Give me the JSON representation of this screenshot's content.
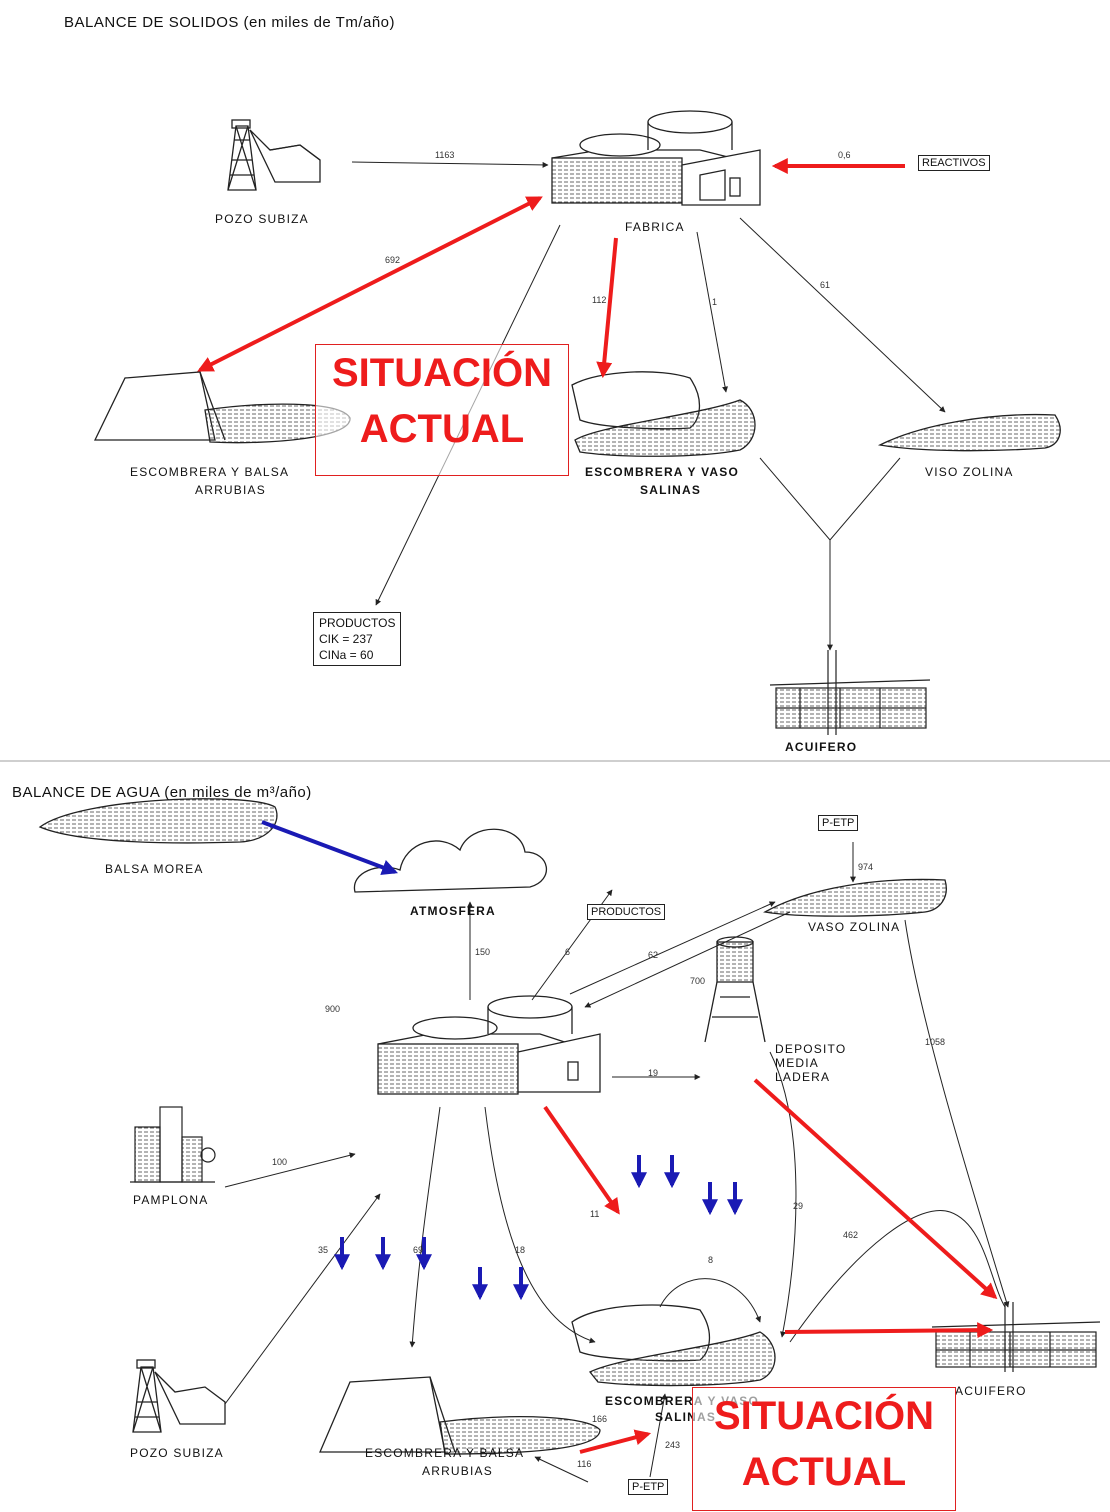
{
  "solids": {
    "title": "BALANCE DE SOLIDOS (en miles de Tm/año)",
    "nodes": {
      "pozo": "POZO SUBIZA",
      "fabrica": "FABRICA",
      "reactivos": "REACTIVOS",
      "arrubias_line1": "ESCOMBRERA Y BALSA",
      "arrubias_line2": "ARRUBIAS",
      "salinas_line1": "ESCOMBRERA Y VASO",
      "salinas_line2": "SALINAS",
      "zolina": "VISO ZOLINA",
      "acuifero": "ACUIFERO",
      "productos_title": "PRODUCTOS",
      "productos_clk": "CIK = 237",
      "productos_clna": "CINa = 60"
    },
    "flows": {
      "pozo_fabrica": "1163",
      "reactivos_fabrica": "0,6",
      "fabrica_arrubias": "692",
      "fabrica_salinas": "112",
      "fabrica_salinas_thin": "1",
      "fabrica_zolina": "61"
    },
    "stamp": {
      "line1": "SITUACIÓN",
      "line2": "ACTUAL"
    }
  },
  "water": {
    "title": "BALANCE DE AGUA (en miles de m³/año)",
    "nodes": {
      "atmosfera": "ATMOSFERA",
      "productos": "PRODUCTOS",
      "p_etp_top": "P-ETP",
      "zolina": "VASO ZOLINA",
      "morea": "BALSA MOREA",
      "deposito_line1": "DEPOSITO",
      "deposito_line2": "MEDIA",
      "deposito_line3": "LADERA",
      "pamplona": "PAMPLONA",
      "pozo": "POZO SUBIZA",
      "arrubias_line1": "ESCOMBRERA Y BALSA",
      "arrubias_line2": "ARRUBIAS",
      "salinas_line1": "ESCOMBRERA Y VASO",
      "salinas_line2": "SALINAS",
      "acuifero": "ACUIFERO",
      "p_etp_bottom": "P-ETP"
    },
    "flows": {
      "to_atmosfera": "150",
      "to_productos": "6",
      "to_zolina": "62",
      "from_zolina": "700",
      "p_etp_zolina": "974",
      "morea_fabrica": "900",
      "to_deposito": "19",
      "zolina_acuifero": "1058",
      "pamplona_fabrica": "100",
      "pozo_fabrica": "35",
      "fabrica_arrubias": "69",
      "fabrica_salinas_18": "18",
      "fabrica_salinas_11": "11",
      "loop_8": "8",
      "deposito_salinas": "29",
      "deposito_acuifero": "462",
      "arrubias_salinas": "166",
      "p_etp_arrubias": "116",
      "p_etp_salinas": "243"
    },
    "stamp": {
      "line1": "SITUACIÓN",
      "line2": "ACTUAL"
    }
  },
  "colors": {
    "highlight_red": "#ee1c1c",
    "rain_blue": "#1a1ab4",
    "ink": "#222222"
  }
}
